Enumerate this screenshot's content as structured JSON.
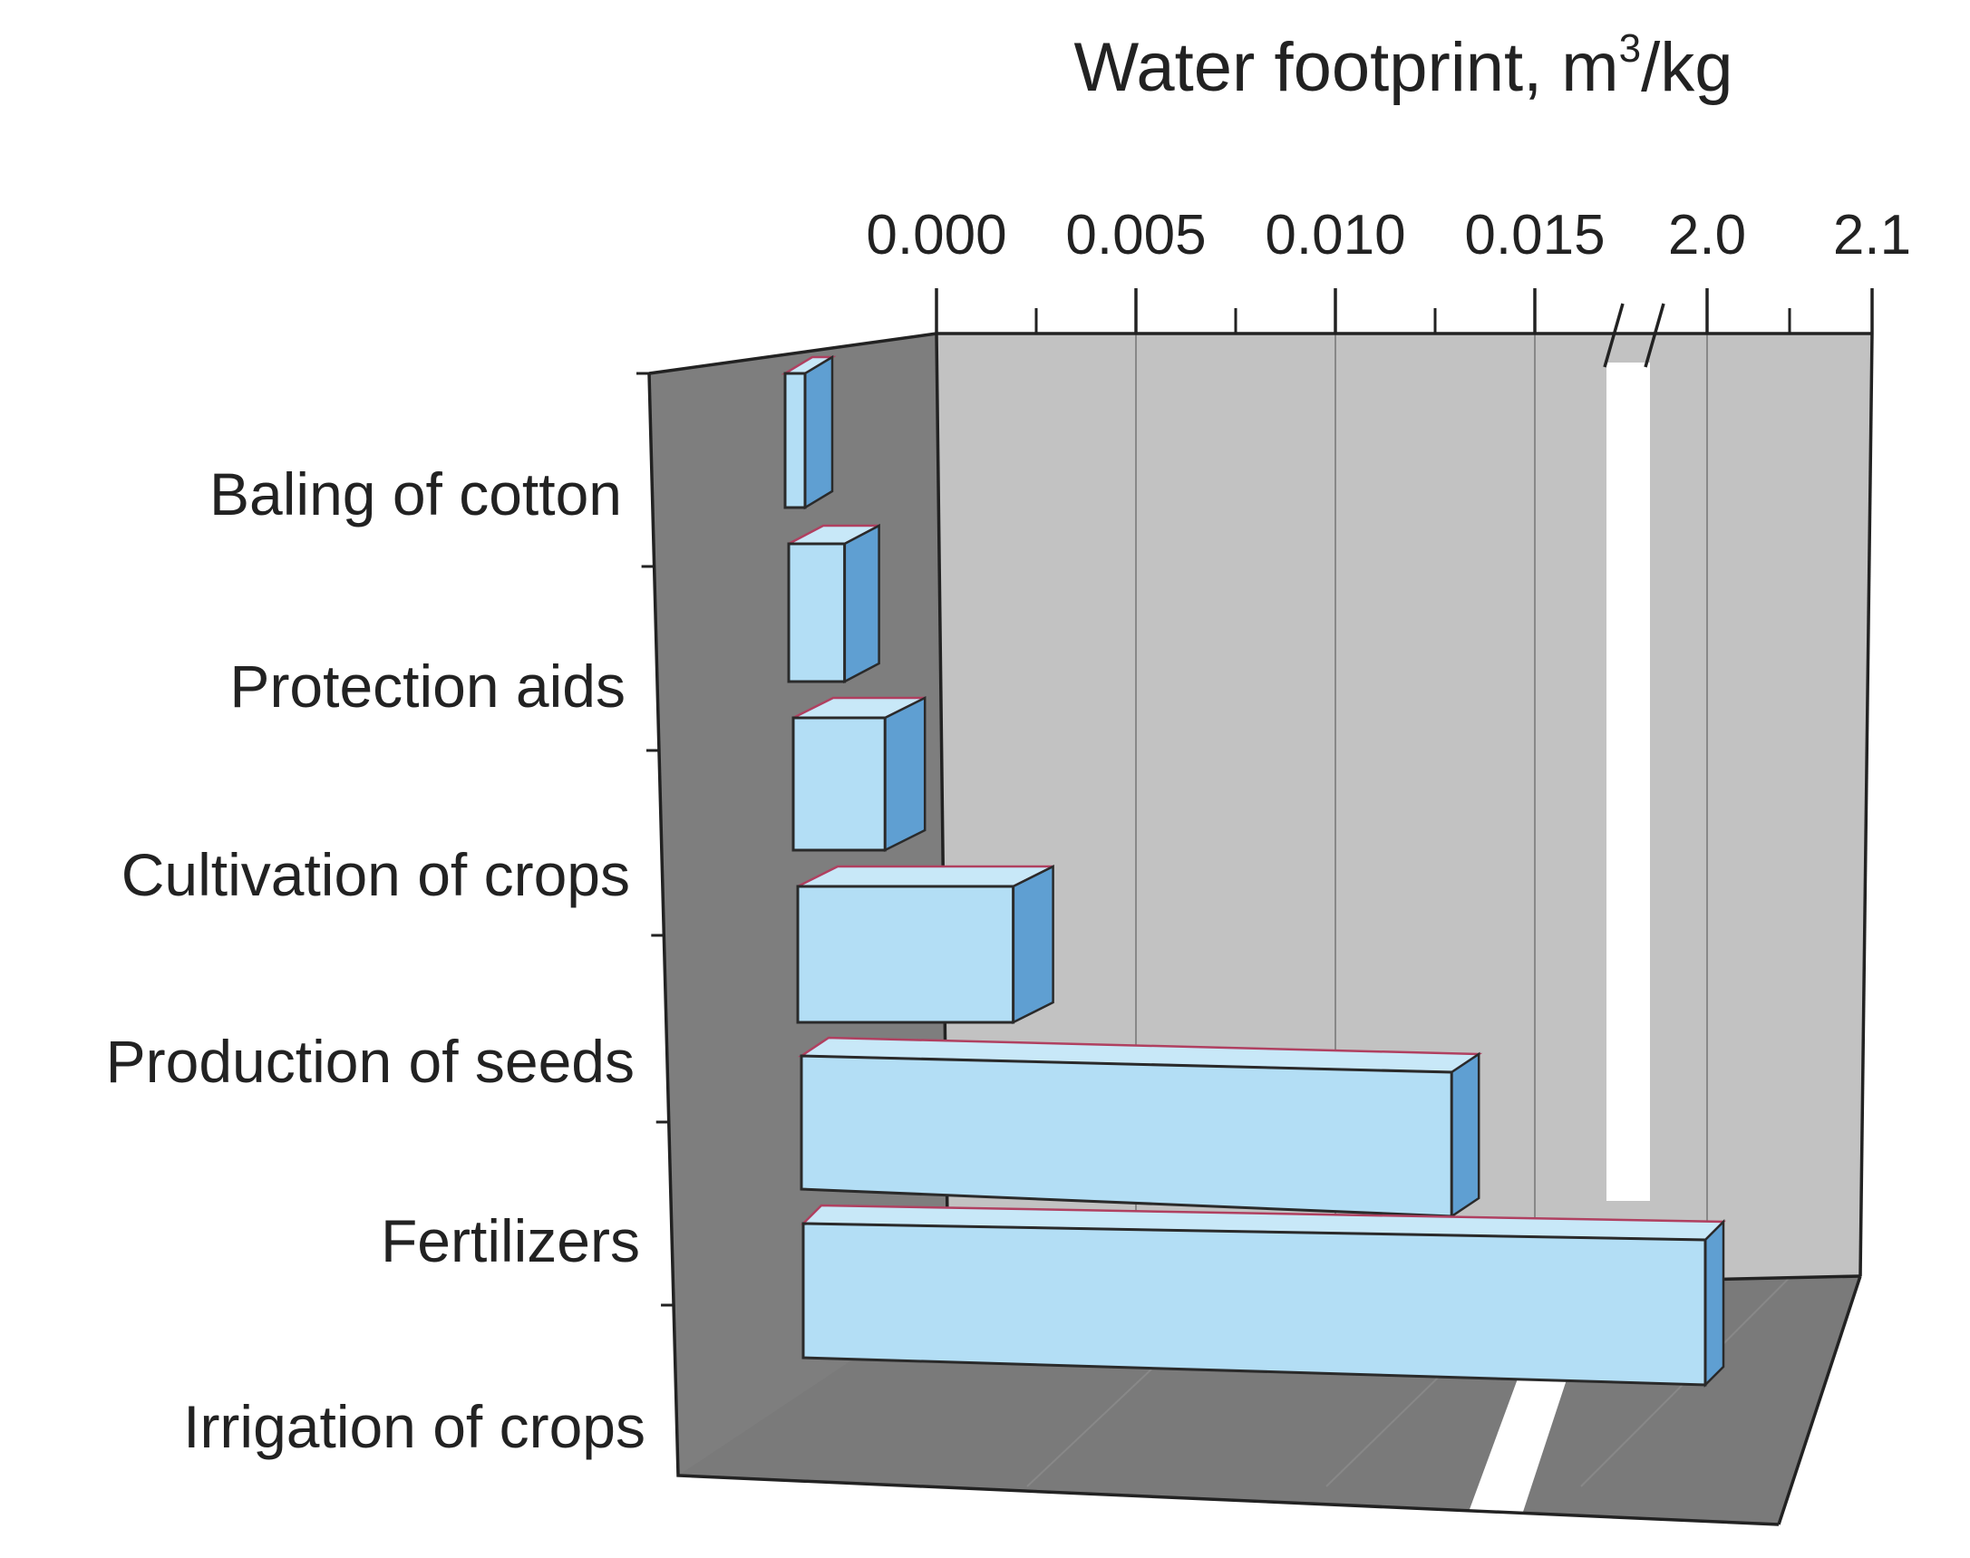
{
  "chart_data": {
    "type": "bar",
    "orientation": "horizontal",
    "style": "3d",
    "title": "Water footprint, m³/kg",
    "title_parts": {
      "main": "Water footprint, m",
      "sup": "3",
      "tail": "/kg"
    },
    "x_tick_labels": [
      "0.000",
      "0.005",
      "0.010",
      "0.015",
      "2.0",
      "2.1"
    ],
    "axis_break": "between 0.015 and 2.0",
    "xlim_segments": [
      [
        0,
        0.0175
      ],
      [
        1.95,
        2.1
      ]
    ],
    "categories": [
      "Baling of cotton",
      "Protection aids",
      "Cultivation of crops",
      "Production of seeds",
      "Fertilizers",
      "Irrigation of crops"
    ],
    "bars": [
      {
        "category": "Baling of cotton",
        "value": 0.0005
      },
      {
        "category": "Protection aids",
        "value": 0.0014
      },
      {
        "category": "Cultivation of crops",
        "value": 0.0023
      },
      {
        "category": "Production of seeds",
        "value": 0.0054
      },
      {
        "category": "Fertilizers",
        "value": 0.0163
      },
      {
        "category": "Irrigation of crops",
        "value": 2.0
      }
    ],
    "grid": true,
    "colors": {
      "bar_front": "#b3def5",
      "bar_top": "#c8e8f8",
      "bar_side": "#5f9fd2",
      "bar_outline": "#2a2a2a",
      "bar_top_edge": "#b04060",
      "back_wall": "#c2c2c2",
      "side_wall": "#7e7e7e",
      "floor": "#7a7a7a",
      "axis_break_band": "#ffffff"
    }
  }
}
